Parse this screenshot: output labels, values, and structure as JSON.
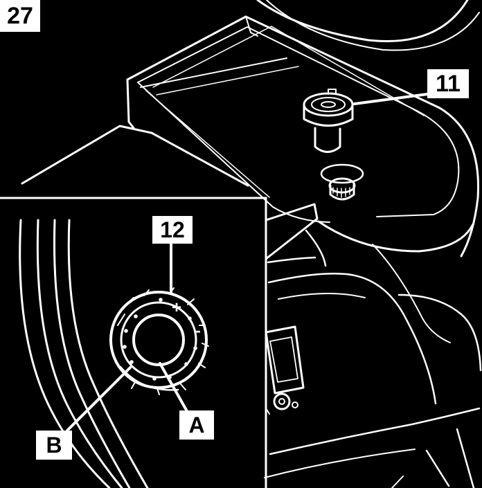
{
  "figure": {
    "number": "27"
  },
  "callouts": {
    "eleven": "11",
    "twelve": "12",
    "a": "A",
    "b": "B"
  },
  "dial": {
    "plus_symbol": "+",
    "minus_symbol": "-"
  }
}
